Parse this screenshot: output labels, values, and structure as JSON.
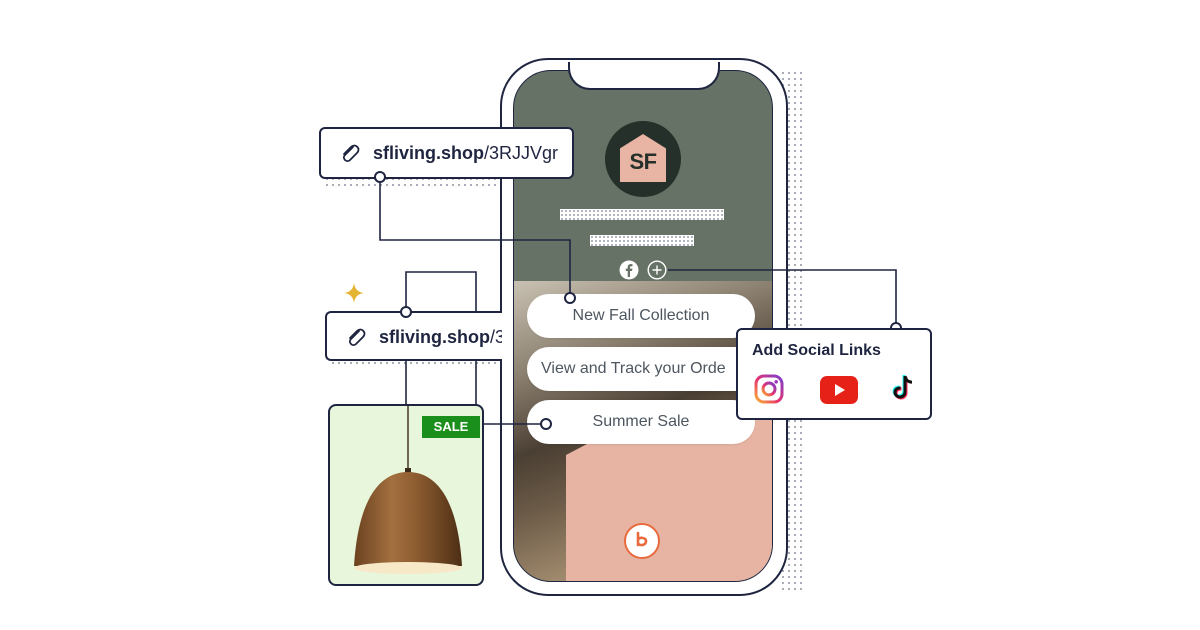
{
  "link_cards": [
    {
      "domain": "sfliving.shop",
      "path": "/3RJJVgr"
    },
    {
      "domain": "sfliving.shop",
      "path": "/3"
    }
  ],
  "phone": {
    "logo_text": "SF",
    "buttons": [
      {
        "label": "New Fall Collection"
      },
      {
        "label": "View and Track your Orde"
      },
      {
        "label": "Summer Sale"
      }
    ],
    "social_icons": [
      "facebook-icon",
      "plus-circle-icon"
    ]
  },
  "product_card": {
    "badge": "SALE"
  },
  "social_panel": {
    "title": "Add Social Links",
    "icons": [
      "instagram-icon",
      "youtube-icon",
      "tiktok-icon"
    ]
  },
  "colors": {
    "phone_bg": "#667266",
    "accent_peach": "#e7b4a4",
    "sale_green": "#1b8f1b",
    "outline": "#1f2540"
  }
}
